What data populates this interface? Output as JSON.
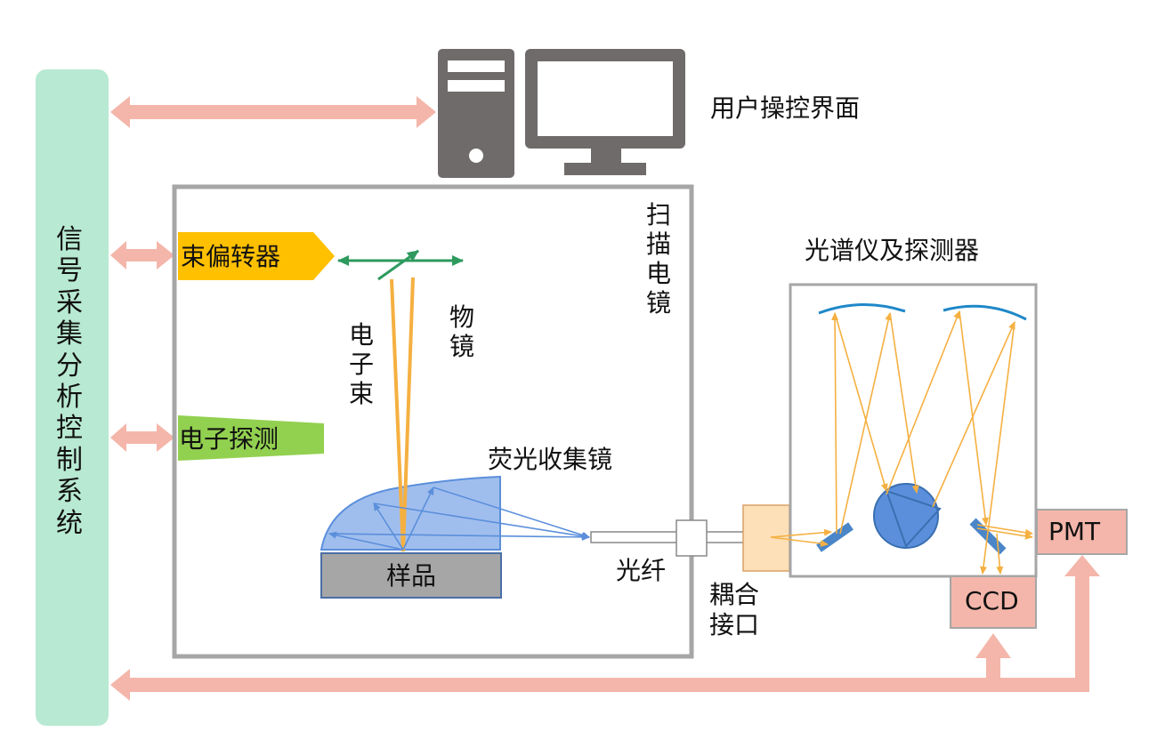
{
  "labels": {
    "signal_system": "信号采集分析控制系统",
    "user_interface": "用户操控界面",
    "beam_deflector": "束偏转器",
    "electron_detect": "电子探测",
    "scan_mirror": "扫描电镜",
    "electron_beam": "电子束",
    "objective": "物镜",
    "collector": "荧光收集镜",
    "sample": "样品",
    "fiber": "光纤",
    "coupling": "耦合接口",
    "spectrometer": "光谱仪及探测器",
    "pmt": "PMT",
    "ccd": "CCD"
  },
  "colors": {
    "system_bar": "#b8e9d2",
    "arrow": "#f4b6aa",
    "computer": "#6e6b6a",
    "sem_border": "#a6a6a6",
    "deflector": "#ffc000",
    "detector": "#92d050",
    "objective_arrow": "#2e9a5e",
    "beam": "#f5b041",
    "collector": "#8fb3ea",
    "ray": "#5b8fdc",
    "sample": "#a6a6a6",
    "coupler": "#fde0b8",
    "grating": "#4a86c8",
    "mirror_arc": "#1e88c8",
    "detector_box": "#f4b6aa"
  }
}
